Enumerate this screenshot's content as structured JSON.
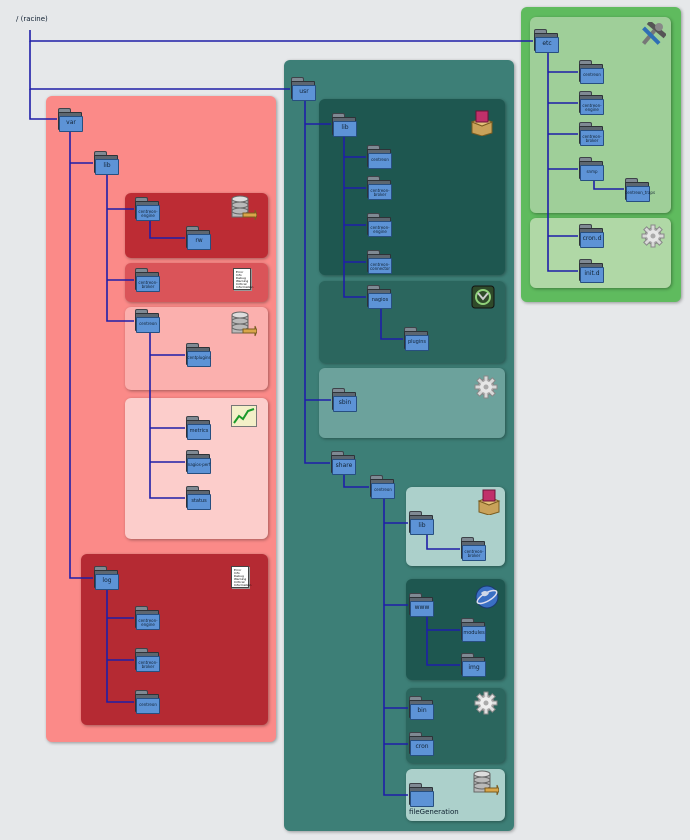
{
  "root_label": "/ (racine)",
  "folders": {
    "etc": "etc",
    "etc_centreon": "centreon",
    "etc_centreon_engine": "centreon-engine",
    "etc_centreon_broker": "centreon-broker",
    "etc_snmp": "snmp",
    "etc_centreon_traps": "centreon_traps",
    "etc_cron_d": "cron.d",
    "etc_init_d": "init.d",
    "usr": "usr",
    "usr_lib": "lib",
    "usr_lib_centreon": "centreon",
    "usr_lib_centreon_broker": "centreon-broker",
    "usr_lib_centreon_engine": "centreon-engine",
    "usr_lib_centreon_connector": "centreon-connector",
    "usr_lib_nagios": "nagios",
    "usr_lib_plugins": "plugins",
    "usr_sbin": "sbin",
    "usr_share": "share",
    "usr_share_centreon": "centreon",
    "share_lib": "lib",
    "share_lib_centreon_broker": "centreon-broker",
    "www": "www",
    "modules": "modules",
    "img": "img",
    "bin": "bin",
    "cron": "cron",
    "fileGeneration": "fileGeneration",
    "var": "var",
    "var_lib": "lib",
    "var_lib_centreon_engine": "centreon-engine",
    "rw": "rw",
    "var_lib_centreon_broker": "centreon-broker",
    "var_lib_centreon": "centreon",
    "centplugins": "centplugins",
    "metrics": "metrics",
    "nagios_perf": "nagios-perf",
    "status": "status",
    "log": "log",
    "log_centreon_engine": "centreon-engine",
    "log_centreon_broker": "centreon-broker",
    "log_centreon": "centreon"
  },
  "doc_lines": [
    "Error Info",
    "Debug",
    "Warning",
    "Critical",
    "Information"
  ],
  "colors": {
    "var_panel": "#fb8a88",
    "usr_panel": "#3d7f77",
    "etc_panel": "#5fbb5e",
    "tree_line": "#1e1ea8"
  },
  "icons": [
    "tools-icon",
    "gear-icon",
    "package-icon",
    "database-icon",
    "log-file-icon",
    "chart-icon",
    "globe-icon",
    "nagios-icon"
  ]
}
